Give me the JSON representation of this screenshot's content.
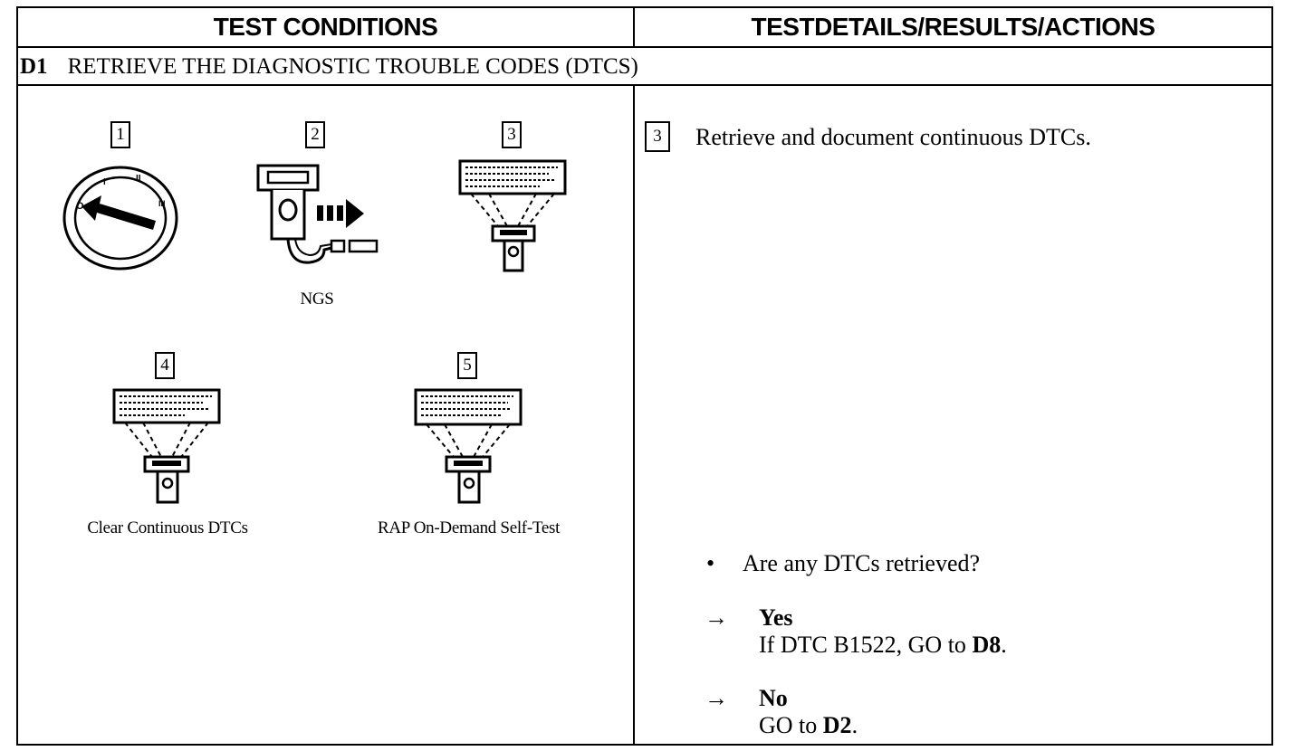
{
  "header": {
    "left": "TEST CONDITIONS",
    "right": "TESTDETAILS/RESULTS/ACTIONS"
  },
  "step": {
    "id": "D1",
    "title": "RETRIEVE THE DIAGNOSTIC TROUBLE CODES (DTCS)"
  },
  "illustrations": {
    "n1": "1",
    "n2": "2",
    "n3": "3",
    "n4": "4",
    "n5": "5",
    "ngs_caption": "NGS",
    "caption4": "Clear Continuous DTCs",
    "caption5": "RAP On-Demand Self-Test",
    "ignition_marks": [
      "O",
      "I",
      "II",
      "III"
    ]
  },
  "details": {
    "instruction_number": "3",
    "instruction": "Retrieve and document continuous DTCs.",
    "question_bullet": "•",
    "question": "Are any DTCs retrieved?",
    "arrow": "→",
    "yes_label": "Yes",
    "yes_prefix": "If DTC B1522, GO to ",
    "yes_target": "D8",
    "no_label": "No",
    "no_prefix": "GO to ",
    "no_target": "D2",
    "period": "."
  }
}
